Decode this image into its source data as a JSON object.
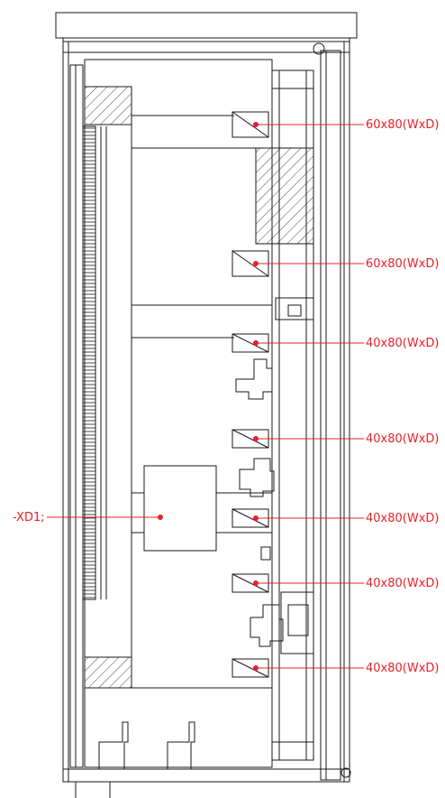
{
  "colors": {
    "line": "#1a1a1a",
    "annotation": "#e8202a",
    "background": "#ffffff"
  },
  "cabinet_annotations": {
    "duct_labels": [
      "60x80(WxD)",
      "60x80(WxD)",
      "40x80(WxD)",
      "40x80(WxD)",
      "40x80(WxD)",
      "40x80(WxD)",
      "40x80(WxD)"
    ],
    "terminal_block_label": "-XD1;"
  }
}
